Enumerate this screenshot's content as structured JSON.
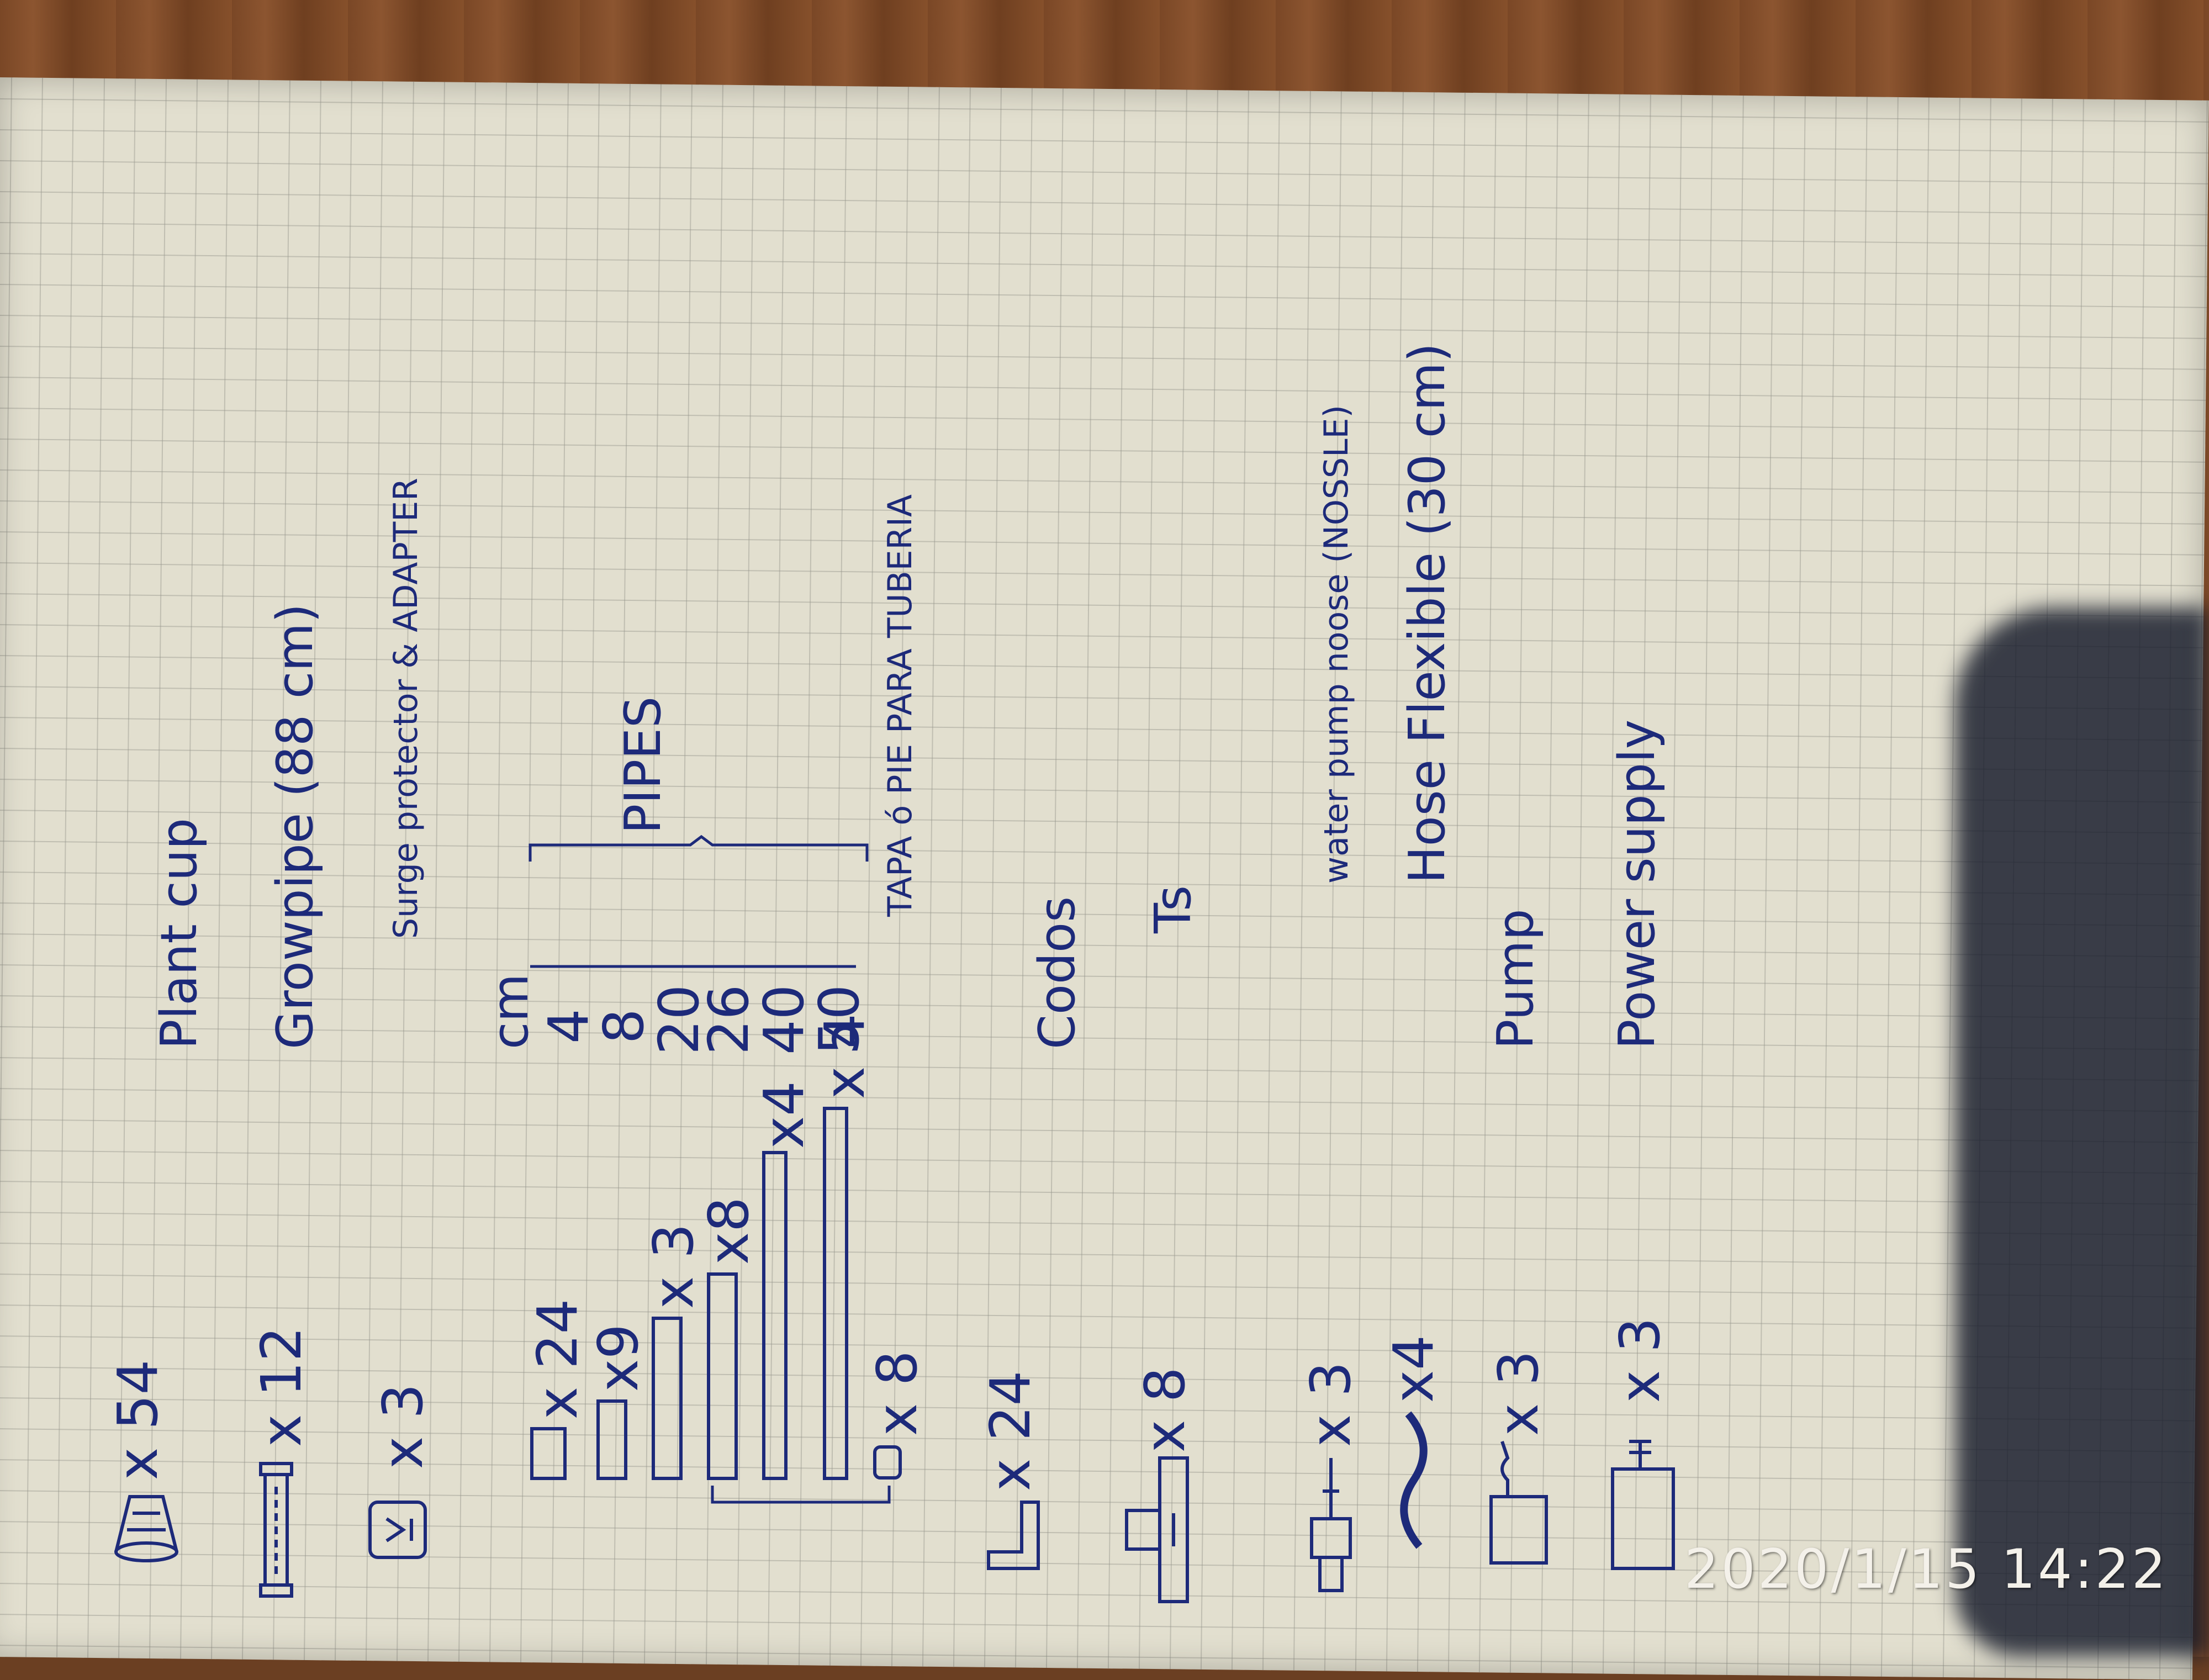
{
  "items": [
    {
      "icon": "plant-cup-icon",
      "qty": "x 54",
      "label": "Plant cup"
    },
    {
      "icon": "growpipe-icon",
      "qty": "x 12",
      "label": "Growpipe (88 cm)"
    },
    {
      "icon": "surge-protector-icon",
      "qty": "x 3",
      "label": "Surge protector & ADAPTER"
    },
    {
      "icon": "elbow-icon",
      "qty": "x 24",
      "label": "Codos"
    },
    {
      "icon": "t-joint-icon",
      "qty": "x 8",
      "label": "Ts"
    },
    {
      "icon": "nozzle-icon",
      "qty": "x 3",
      "label": "water pump noose (NOSSLE)"
    },
    {
      "icon": "hose-icon",
      "qty": "x4",
      "label": "Hose Flexible (30 cm)"
    },
    {
      "icon": "pump-icon",
      "qty": "x 3",
      "label": "Pump"
    },
    {
      "icon": "power-supply-icon",
      "qty": "x 3",
      "label": "Power supply"
    }
  ],
  "pipes": {
    "header": "cm",
    "label": "PIPES",
    "rows": [
      {
        "qty": "x 24",
        "cm": "4"
      },
      {
        "qty": "x9",
        "cm": "8"
      },
      {
        "qty": "x 3",
        "cm": "20"
      },
      {
        "qty": "x8",
        "cm": "26"
      },
      {
        "qty": "x4",
        "cm": "40"
      },
      {
        "qty": "x 4",
        "cm": "50"
      }
    ],
    "cap": {
      "qty": "x 8",
      "label": "TAPA ó PIE PARA TUBERIA"
    }
  },
  "timestamp": "2020/1/15  14:22",
  "colors": {
    "ink": "#1d2a7a",
    "paper": "#e2dfcf",
    "table": "#7a4726"
  }
}
